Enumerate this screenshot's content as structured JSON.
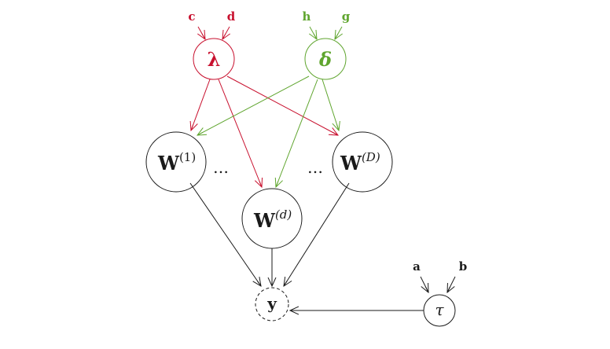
{
  "colors": {
    "lambda": "#c8102e",
    "delta": "#5fa52e",
    "default": "#1a1a1a"
  },
  "nodes": {
    "lambda": {
      "symbol": "λ"
    },
    "delta": {
      "symbol": "δ"
    },
    "w1": {
      "base": "W",
      "sup": "(1)"
    },
    "wd": {
      "base": "W",
      "sup": "(d)"
    },
    "wD": {
      "base": "W",
      "sup": "(D)"
    },
    "y": {
      "symbol": "y"
    },
    "tau": {
      "symbol": "τ"
    }
  },
  "inputs": {
    "c": "c",
    "d": "d",
    "h": "h",
    "g": "g",
    "a": "a",
    "b": "b"
  },
  "ellipsis": {
    "left": "…",
    "right": "…"
  }
}
